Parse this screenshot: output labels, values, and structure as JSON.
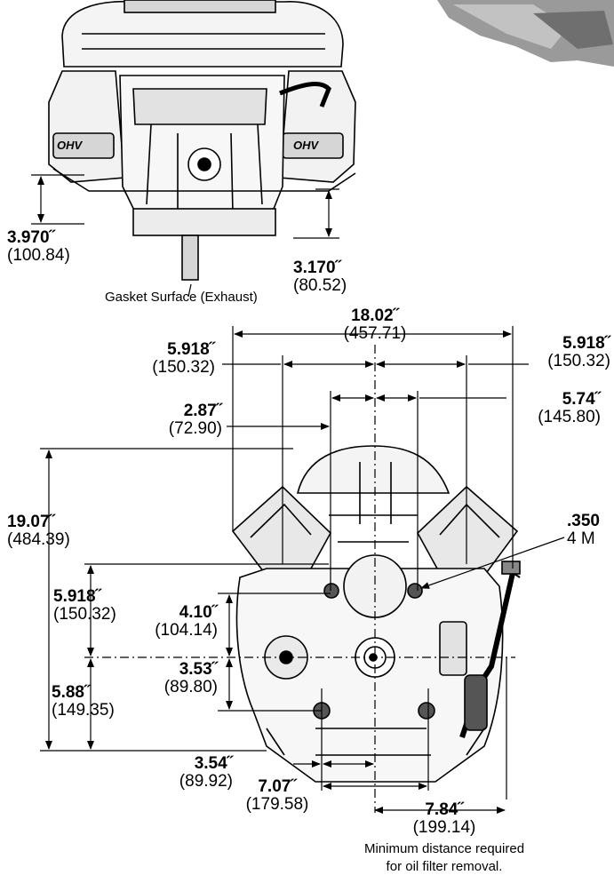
{
  "top_view": {
    "left_height": {
      "inch": "3.970˝",
      "mm": "(100.84)"
    },
    "right_height": {
      "inch": "3.170˝",
      "mm": "(80.52)"
    },
    "gasket_label": "Gasket Surface (Exhaust)",
    "badge_left": "OHV",
    "badge_right": "OHV"
  },
  "bottom_view": {
    "overall_width": {
      "inch": "18.02˝",
      "mm": "(457.71)"
    },
    "left_mount": {
      "inch": "5.918˝",
      "mm": "(150.32)"
    },
    "right_mount": {
      "inch": "5.918˝",
      "mm": "(150.32)"
    },
    "right_offset": {
      "inch": "5.74˝",
      "mm": "(145.80)"
    },
    "left_offset": {
      "inch": "2.87˝",
      "mm": "(72.90)"
    },
    "overall_height": {
      "inch": "19.07˝",
      "mm": "(484.39)"
    },
    "upper_height": {
      "inch": "5.918˝",
      "mm": "(150.32)"
    },
    "lower_height": {
      "inch": "5.88˝",
      "mm": "(149.35)"
    },
    "hole_upper": {
      "inch": "4.10˝",
      "mm": "(104.14)"
    },
    "hole_lower": {
      "inch": "3.53˝",
      "mm": "(89.80)"
    },
    "hole_spacing_half": {
      "inch": "3.54˝",
      "mm": "(89.92)"
    },
    "hole_spacing": {
      "inch": "7.07˝",
      "mm": "(179.58)"
    },
    "filter_clearance": {
      "inch": "7.84˝",
      "mm": "(199.14)"
    },
    "filter_note_line1": "Minimum distance required",
    "filter_note_line2": "for oil filter removal.",
    "thread_callout": {
      "inch": ".350",
      "mm": "4 M"
    }
  },
  "colors": {
    "line": "#000000",
    "shade": "#d6d6d6",
    "body": "#f2f2f2"
  }
}
